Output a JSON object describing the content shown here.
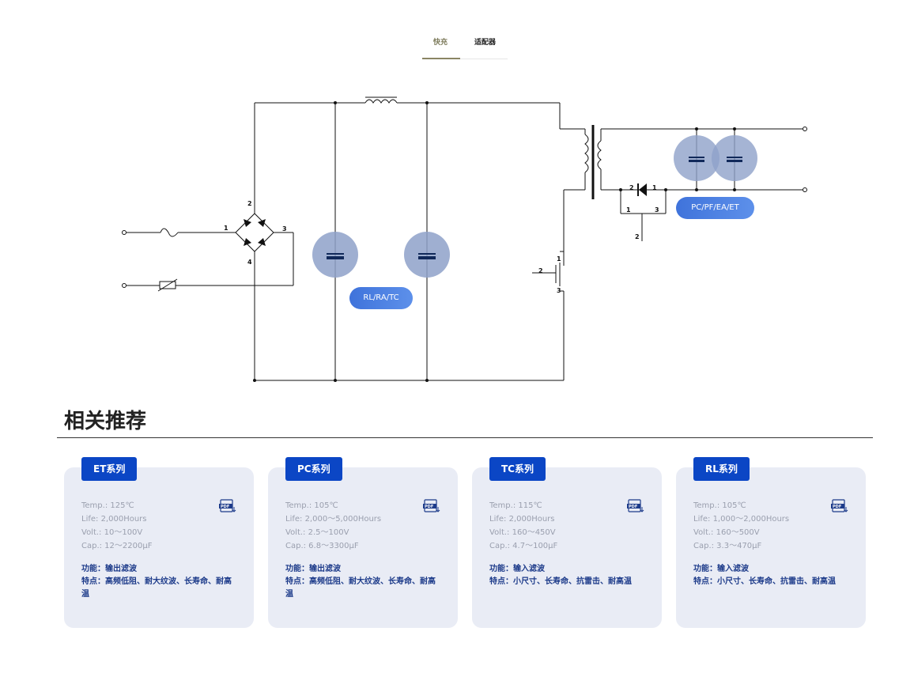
{
  "tabs": [
    {
      "label": "快充",
      "active": true
    },
    {
      "label": "适配器",
      "active": false
    }
  ],
  "circuit": {
    "badges": [
      "RL/RA/TC",
      "PC/PF/EA/ET"
    ],
    "pin_labels": [
      "1",
      "2",
      "3",
      "4"
    ],
    "colors": {
      "wire": "#111111",
      "highlight": "#8ea1c9",
      "badge": "#4a7ee3"
    }
  },
  "section": {
    "title": "相关推荐"
  },
  "cards": [
    {
      "tag": "ET系列",
      "specs": [
        "Temp.: 125℃",
        "Life: 2,000Hours",
        "Volt.: 10～100V",
        "Cap.: 12～2200μF"
      ],
      "function": "功能：输出滤波",
      "features": "特点：高频低阻、耐大纹波、长寿命、耐高温",
      "icon": "pdf-icon"
    },
    {
      "tag": "PC系列",
      "specs": [
        "Temp.: 105℃",
        "Life: 2,000～5,000Hours",
        "Volt.: 2.5～100V",
        "Cap.: 6.8～3300μF"
      ],
      "function": "功能：输出滤波",
      "features": "特点：高频低阻、耐大纹波、长寿命、耐高温",
      "icon": "pdf-icon"
    },
    {
      "tag": "TC系列",
      "specs": [
        "Temp.: 115℃",
        "Life: 2,000Hours",
        "Volt.: 160～450V",
        "Cap.: 4.7～100μF"
      ],
      "function": "功能：输入滤波",
      "features": "特点：小尺寸、长寿命、抗雷击、耐高温",
      "icon": "pdf-icon"
    },
    {
      "tag": "RL系列",
      "specs": [
        "Temp.: 105℃",
        "Life: 1,000～2,000Hours",
        "Volt.: 160～500V",
        "Cap.: 3.3～470μF"
      ],
      "function": "功能：输入滤波",
      "features": "特点：小尺寸、长寿命、抗雷击、耐高温",
      "icon": "pdf-icon"
    }
  ]
}
